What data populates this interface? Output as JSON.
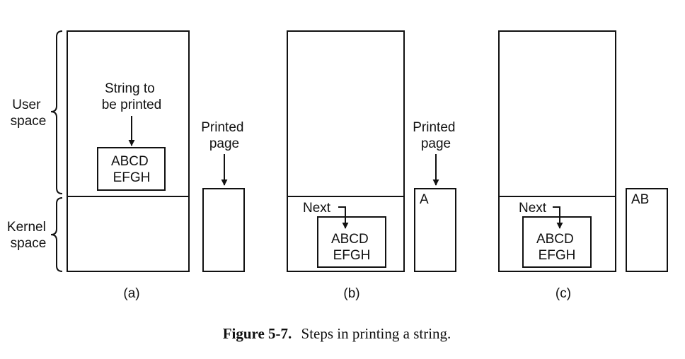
{
  "labels": {
    "user_space": [
      "User",
      "space"
    ],
    "kernel_space": [
      "Kernel",
      "space"
    ],
    "string_to_be_printed": [
      "String to",
      "be printed"
    ],
    "printed_page": [
      "Printed",
      "page"
    ],
    "next": "Next"
  },
  "string_content": [
    "ABCD",
    "EFGH"
  ],
  "panels": [
    {
      "id": "a",
      "label": "(a)",
      "printed_content": ""
    },
    {
      "id": "b",
      "label": "(b)",
      "printed_content": "A"
    },
    {
      "id": "c",
      "label": "(c)",
      "printed_content": "AB"
    }
  ],
  "caption": {
    "number": "Figure 5-7.",
    "text": "Steps in printing a string."
  }
}
